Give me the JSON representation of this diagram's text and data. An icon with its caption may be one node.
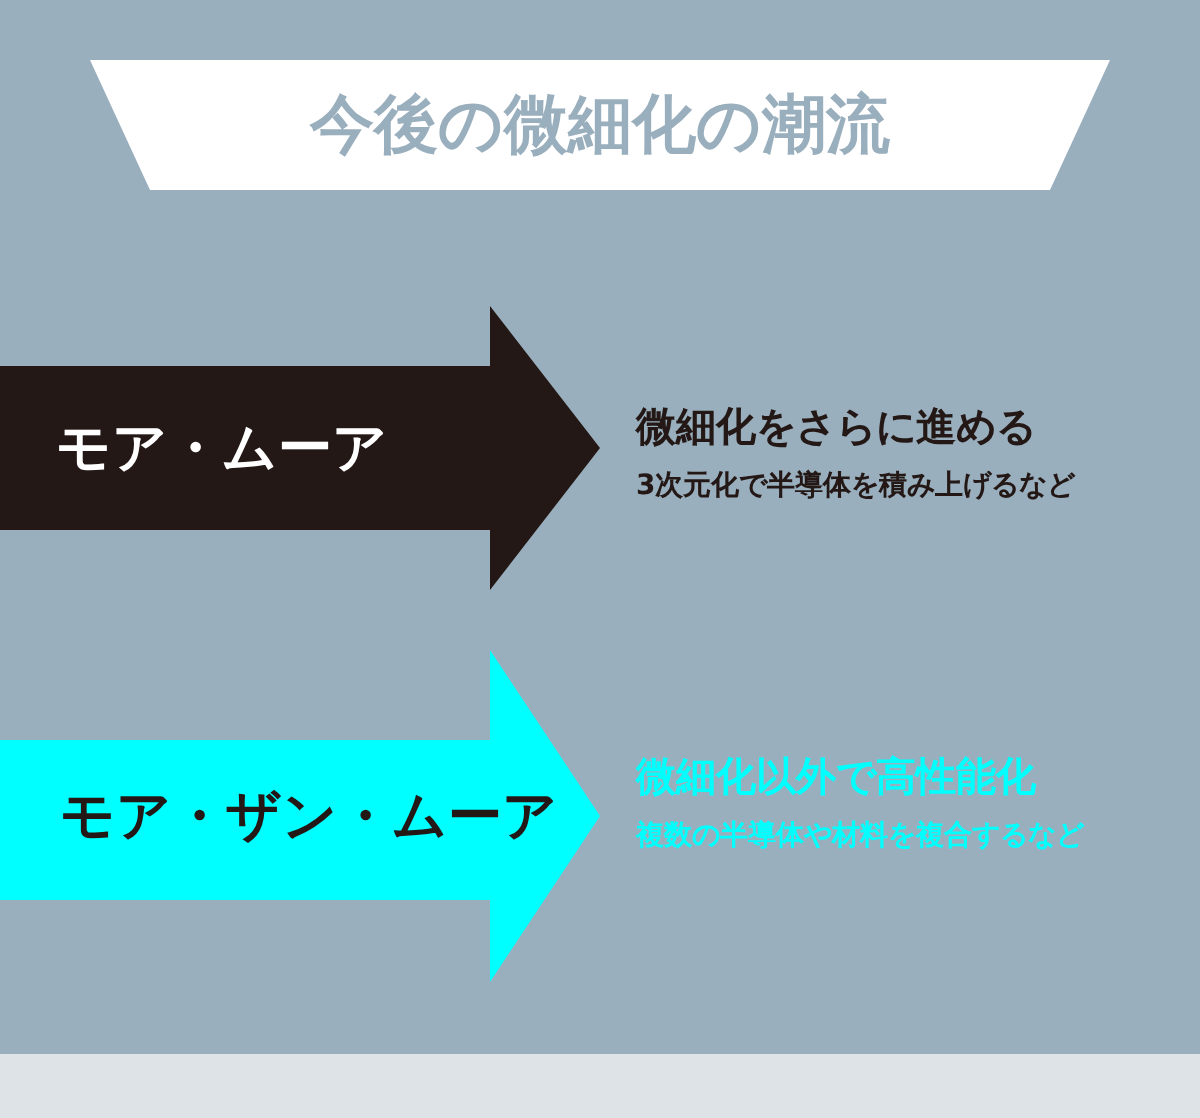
{
  "diagram": {
    "title": "今後の微細化の潮流",
    "nodes": [
      {
        "text": [
          "モア・ムーア"
        ],
        "beside": [
          "微細化をさらに進める",
          "3次元化で半導体を積み上げるなど"
        ]
      },
      {
        "text": [
          "モア・ザン・ムーア"
        ],
        "beside": [
          "微細化以外で高性能化",
          "複数の半導体や材料を複合するなど"
        ]
      }
    ]
  }
}
